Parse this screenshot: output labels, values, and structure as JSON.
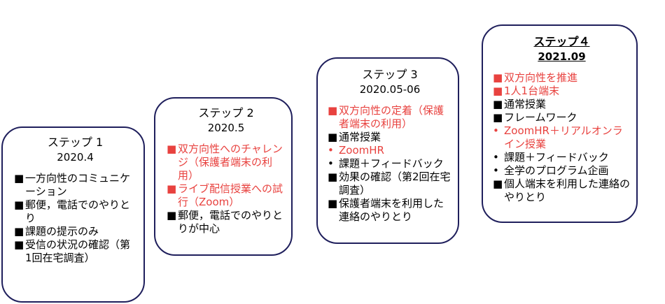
{
  "steps": [
    {
      "title": "ステップ 1",
      "date": "2020.4",
      "items": [
        {
          "bullet": "■",
          "text": " 一方向性のコミュニケーション"
        },
        {
          "bullet": "■",
          "text": "郵便，電話でのやりとり"
        },
        {
          "bullet": "■",
          "text": "課題の提示のみ"
        },
        {
          "bullet": "■",
          "text": "受信の状況の確認（第1回在宅調査）"
        }
      ]
    },
    {
      "title": "ステップ 2",
      "date": "2020.5",
      "items": [
        {
          "bullet": "■",
          "text": "双方向性へのチャレンジ（保護者端末の利用）",
          "red": true
        },
        {
          "bullet": "■",
          "text": "ライブ配信授業への試行（Zoom）",
          "red": true
        },
        {
          "bullet": "■",
          "text": "郵便，電話でのやりとりが中心"
        }
      ]
    },
    {
      "title": "ステップ 3",
      "date": "2020.05-06",
      "items": [
        {
          "bullet": "■",
          "text": "双方向性の定着（保護者端末の利用）",
          "red": true
        },
        {
          "bullet": "■",
          "text": "通常授業"
        },
        {
          "bullet": "•",
          "text": "ZoomHR",
          "red": true
        },
        {
          "bullet": "•",
          "text": "課題＋フィードバック"
        },
        {
          "bullet": "■",
          "text": "効果の確認（第2回在宅調査）"
        },
        {
          "bullet": "■",
          "text": "保護者端末を利用した連絡のやりとり"
        }
      ]
    },
    {
      "title": "ステップ４",
      "date": "2021.09",
      "bold": true,
      "items": [
        {
          "bullet": "■",
          "text": "双方向性を推進",
          "red": true
        },
        {
          "bullet": "■",
          "text": "1人1台端末",
          "red": true
        },
        {
          "bullet": "■",
          "text": "通常授業"
        },
        {
          "bullet": "■",
          "text": "フレームワーク"
        },
        {
          "bullet": "•",
          "text": "ZoomHR＋リアルオンライン授業",
          "red": true
        },
        {
          "bullet": "•",
          "text": "課題＋フィードバック"
        },
        {
          "bullet": "•",
          "text": "全学のプログラム企画"
        },
        {
          "bullet": "■",
          "text": "個人端末を利用した連絡のやりとり"
        }
      ]
    }
  ],
  "colors": {
    "accent_red": "#e8423f",
    "border": "#1f1f5c"
  }
}
